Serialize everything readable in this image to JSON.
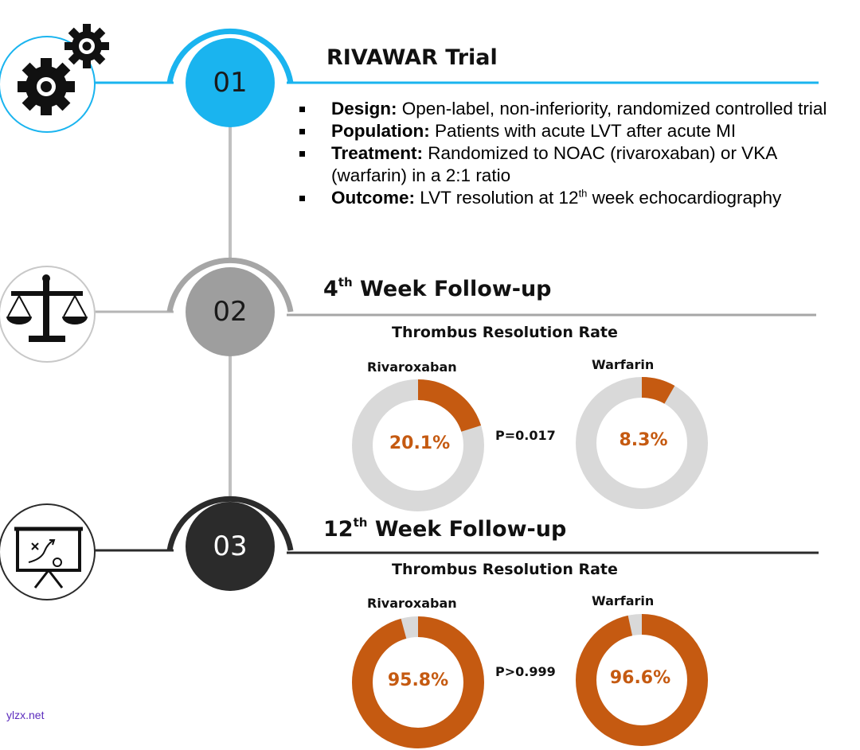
{
  "colors": {
    "step1": "#1ab4ef",
    "step2": "#9e9e9e",
    "step3": "#2b2b2b",
    "donut_fill": "#c55a11",
    "donut_track": "#d9d9d9",
    "connector": "#c0c0c0"
  },
  "steps": [
    {
      "number": "01",
      "icon": "gears-icon"
    },
    {
      "number": "02",
      "icon": "scales-icon"
    },
    {
      "number": "03",
      "icon": "presentation-board-icon"
    }
  ],
  "section1": {
    "title": "RIVAWAR Trial",
    "bullets": [
      {
        "label": "Design:",
        "text": " Open-label, non-inferiority, randomized controlled trial"
      },
      {
        "label": "Population:",
        "text": " Patients with acute LVT after acute MI"
      },
      {
        "label": "Treatment:",
        "text": " Randomized to NOAC (rivaroxaban) or VKA (warfarin) in a 2:1 ratio"
      },
      {
        "label": "Outcome:",
        "text_before": " LVT resolution at 12",
        "sup": "th",
        "text_after": " week echocardiography"
      }
    ]
  },
  "section2": {
    "title_num": "4",
    "title_sup": "th",
    "title_rest": " Week Follow-up",
    "subtitle": "Thrombus Resolution Rate",
    "pvalue": "P=0.017"
  },
  "section3": {
    "title_num": "12",
    "title_sup": "th",
    "title_rest": " Week Follow-up",
    "subtitle": "Thrombus Resolution Rate",
    "pvalue": "P>0.999"
  },
  "chart_data": [
    {
      "type": "pie",
      "title": "4th Week Follow-up — Thrombus Resolution Rate",
      "categories": [
        "Rivaroxaban",
        "Warfarin"
      ],
      "values": [
        20.1,
        8.3
      ],
      "labels": [
        "20.1%",
        "8.3%"
      ],
      "unit": "%"
    },
    {
      "type": "pie",
      "title": "12th Week Follow-up — Thrombus Resolution Rate",
      "categories": [
        "Rivaroxaban",
        "Warfarin"
      ],
      "values": [
        95.8,
        96.6
      ],
      "labels": [
        "95.8%",
        "96.6%"
      ],
      "unit": "%"
    }
  ],
  "watermark": "ylzx.net"
}
